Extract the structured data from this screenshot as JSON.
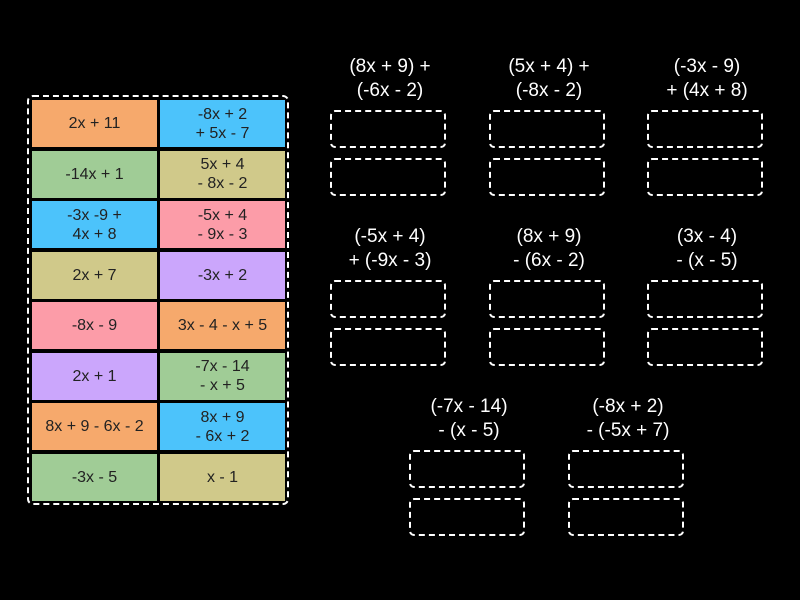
{
  "colors": {
    "orange": "#f6a96c",
    "blue": "#4cc3fb",
    "green": "#a0cc96",
    "olive": "#d0c98a",
    "pink": "#fc9ca8",
    "purple": "#cba6fc"
  },
  "tiles": [
    {
      "text": "2x + 11",
      "color": "orange"
    },
    {
      "text": "-8x + 2\n+ 5x - 7",
      "color": "blue"
    },
    {
      "text": "-14x + 1",
      "color": "green"
    },
    {
      "text": "5x + 4\n- 8x - 2",
      "color": "olive"
    },
    {
      "text": "-3x -9 +\n4x + 8",
      "color": "blue"
    },
    {
      "text": "-5x + 4\n- 9x - 3",
      "color": "pink"
    },
    {
      "text": "2x + 7",
      "color": "olive"
    },
    {
      "text": "-3x + 2",
      "color": "purple"
    },
    {
      "text": "-8x - 9",
      "color": "pink"
    },
    {
      "text": "3x - 4 - x + 5",
      "color": "orange"
    },
    {
      "text": "2x + 1",
      "color": "purple"
    },
    {
      "text": "-7x - 14\n- x + 5",
      "color": "green"
    },
    {
      "text": "8x + 9 - 6x - 2",
      "color": "orange"
    },
    {
      "text": "8x + 9\n- 6x + 2",
      "color": "blue"
    },
    {
      "text": "-3x - 5",
      "color": "green"
    },
    {
      "text": "x - 1",
      "color": "olive"
    }
  ],
  "groups": [
    {
      "title": "(8x + 9) +\n(-6x - 2)"
    },
    {
      "title": "(5x + 4) +\n(-8x - 2)"
    },
    {
      "title": "(-3x - 9)\n+ (4x + 8)"
    },
    {
      "title": "(-5x + 4)\n+ (-9x - 3)"
    },
    {
      "title": "(8x + 9)\n- (6x - 2)"
    },
    {
      "title": "(3x - 4)\n- (x - 5)"
    },
    {
      "title": "(-7x - 14)\n- (x - 5)"
    },
    {
      "title": "(-8x + 2)\n- (-5x + 7)"
    }
  ]
}
